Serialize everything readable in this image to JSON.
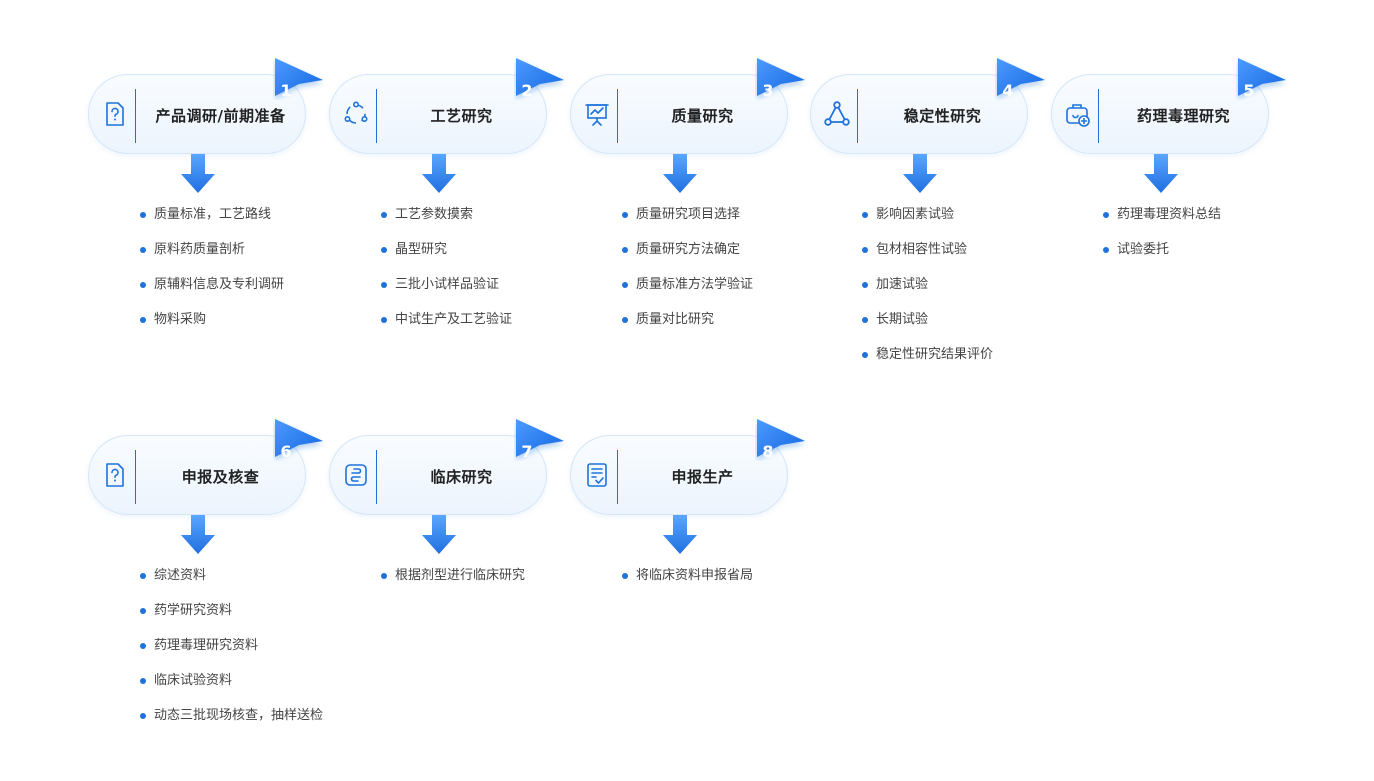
{
  "steps": [
    {
      "number": "1",
      "title": "产品调研/前期准备",
      "icon": "question-doc-icon",
      "items": [
        "质量标准，工艺路线",
        "原料药质量剖析",
        "原辅料信息及专利调研",
        "物料采购"
      ]
    },
    {
      "number": "2",
      "title": "工艺研究",
      "icon": "process-cycle-icon",
      "items": [
        "工艺参数摸索",
        "晶型研究",
        "三批小试样品验证",
        "中试生产及工艺验证"
      ]
    },
    {
      "number": "3",
      "title": "质量研究",
      "icon": "presentation-chart-icon",
      "items": [
        "质量研究项目选择",
        "质量研究方法确定",
        "质量标准方法学验证",
        "质量对比研究"
      ]
    },
    {
      "number": "4",
      "title": "稳定性研究",
      "icon": "triangle-nodes-icon",
      "items": [
        "影响因素试验",
        "包材相容性试验",
        "加速试验",
        "长期试验",
        "稳定性研究结果评价"
      ]
    },
    {
      "number": "5",
      "title": "药理毒理研究",
      "icon": "medical-kit-icon",
      "items": [
        "药理毒理资料总结",
        "试验委托"
      ]
    },
    {
      "number": "6",
      "title": "申报及核查",
      "icon": "question-doc-icon",
      "items": [
        "综述资料",
        "药学研究资料",
        "药理毒理研究资料",
        "临床试验资料",
        "动态三批现场核查，抽样送检"
      ]
    },
    {
      "number": "7",
      "title": "临床研究",
      "icon": "clinical-loop-icon",
      "items": [
        "根据剂型进行临床研究"
      ]
    },
    {
      "number": "8",
      "title": "申报生产",
      "icon": "checklist-doc-icon",
      "items": [
        "将临床资料申报省局"
      ]
    }
  ],
  "colors": {
    "accent": "#1f72db",
    "pill_border": "#d5e6f8",
    "text": "#444444"
  }
}
